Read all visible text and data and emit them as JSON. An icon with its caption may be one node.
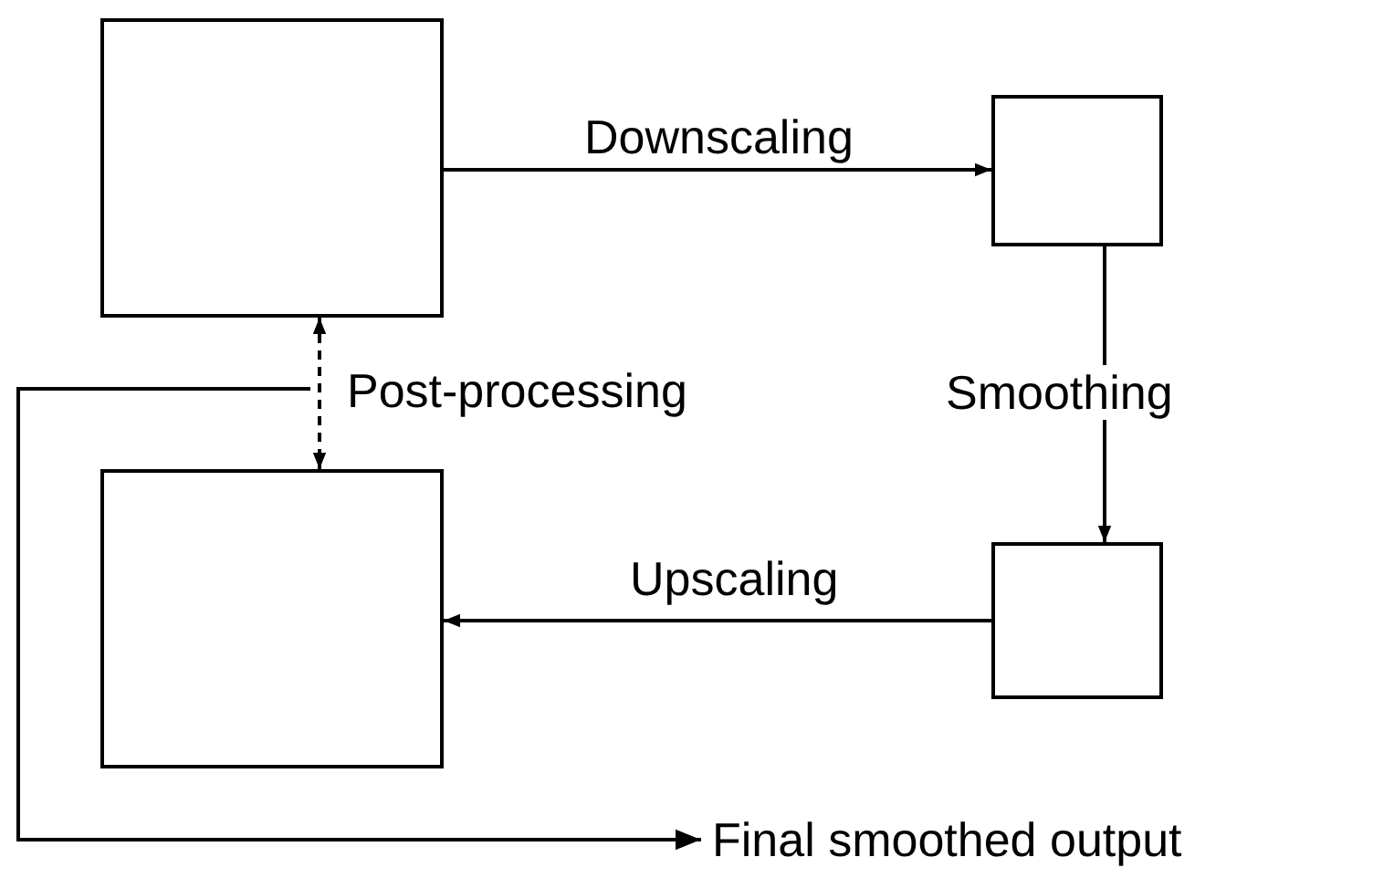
{
  "diagram": {
    "nodes": [
      {
        "text": [],
        "shape": "box"
      },
      {
        "text": [],
        "shape": "box"
      },
      {
        "text": [],
        "shape": "box"
      },
      {
        "text": [],
        "shape": "box"
      },
      {
        "text": [
          "Final smoothed output"
        ]
      }
    ],
    "edges": [
      {
        "from": 0,
        "to": 1,
        "arrow": "to",
        "label": "Downscaling"
      },
      {
        "from": 1,
        "to": 2,
        "arrow": "to",
        "label": "Smoothing"
      },
      {
        "from": 2,
        "to": 3,
        "arrow": "to",
        "label": "Upscaling"
      },
      {
        "from": 0,
        "to": 3,
        "arrow": "both",
        "style": "dashed",
        "label": "Post-processing"
      },
      {
        "from": null,
        "to": 4,
        "arrow": "to"
      }
    ]
  }
}
